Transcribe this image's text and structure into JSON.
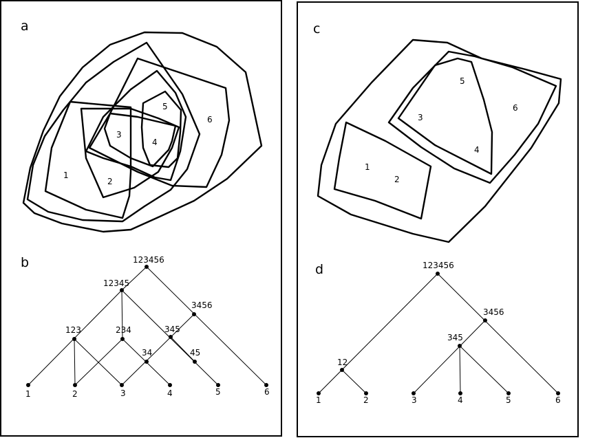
{
  "panels": {
    "a": {
      "label": "a",
      "regions": [
        "1",
        "2",
        "3",
        "4",
        "5",
        "6"
      ]
    },
    "b": {
      "label": "b",
      "nodes": [
        "123456",
        "12345",
        "3456",
        "123",
        "234",
        "345",
        "34",
        "45",
        "1",
        "2",
        "3",
        "4",
        "5",
        "6"
      ]
    },
    "c": {
      "label": "c",
      "regions": [
        "1",
        "2",
        "3",
        "4",
        "5",
        "6"
      ]
    },
    "d": {
      "label": "d",
      "nodes": [
        "123456",
        "3456",
        "345",
        "12",
        "1",
        "2",
        "3",
        "4",
        "5",
        "6"
      ]
    }
  }
}
